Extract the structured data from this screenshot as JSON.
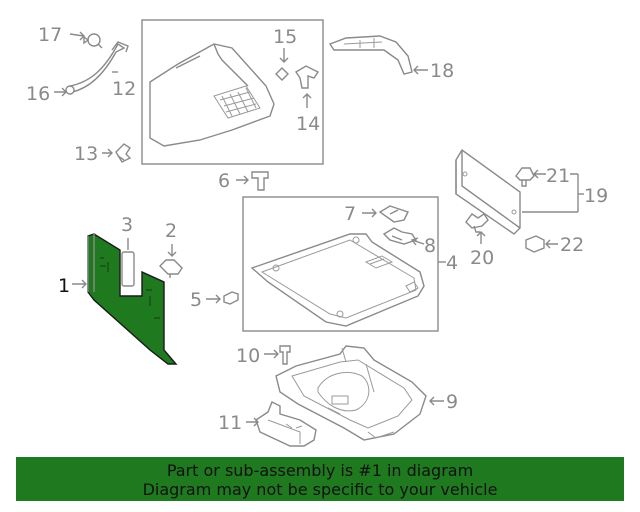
{
  "callouts": {
    "c1": "1",
    "c2": "2",
    "c3": "3",
    "c4": "4",
    "c5": "5",
    "c6": "6",
    "c7": "7",
    "c8": "8",
    "c9": "9",
    "c10": "10",
    "c11": "11",
    "c12": "12",
    "c13": "13",
    "c14": "14",
    "c15": "15",
    "c16": "16",
    "c17": "17",
    "c18": "18",
    "c19": "19",
    "c20": "20",
    "c21": "21",
    "c22": "22"
  },
  "banner": {
    "line1": "Part or sub-assembly is #1 in diagram",
    "line2": "Diagram may not be specific to your vehicle"
  },
  "colors": {
    "highlight": "#1f7a1f",
    "lines": "#8a8a8a"
  }
}
